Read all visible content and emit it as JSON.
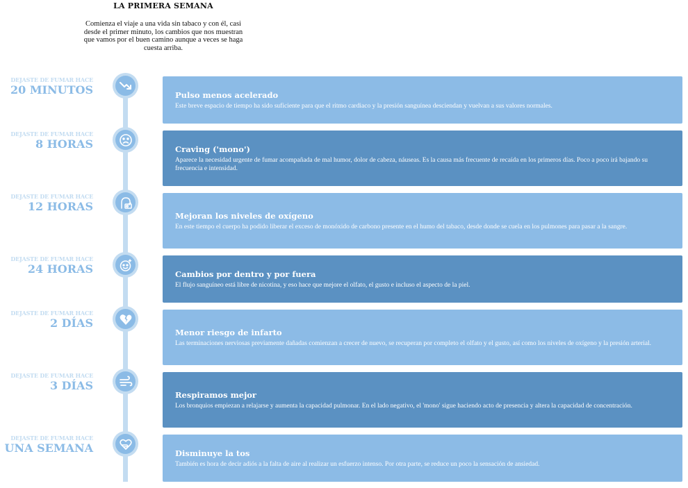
{
  "header": {
    "title": "LA PRIMERA SEMANA",
    "intro": "Comienza el viaje a una vida sin tabaco y con él, casi desde el primer minuto, los cambios que nos muestran que vamos por el buen camino aunque a veces se haga cuesta arriba."
  },
  "colors": {
    "card_light": "#8cbbe6",
    "card_dark": "#5b91c2",
    "rail": "#c3dcf1",
    "time_text": "#8bbbe6"
  },
  "milestones": [
    {
      "pre": "DEJASTE DE FUMAR HACE",
      "time": "20 MINUTOS",
      "icon": "trend-down-icon",
      "title": "Pulso menos acelerado",
      "text": "Este breve espacio de tiempo ha sido suficiente para que el ritmo cardiaco y la presión sanguínea desciendan y vuelvan a sus valores normales."
    },
    {
      "pre": "DEJASTE DE FUMAR HACE",
      "time": "8 HORAS",
      "icon": "sad-face-icon",
      "title": "Craving ('mono')",
      "text": "Aparece la necesidad urgente de fumar acompañada de mal humor, dolor de cabeza, náuseas. Es la causa más frecuente de recaída en los primeros días. Poco a poco irá bajando su frecuencia e intensidad."
    },
    {
      "pre": "DEJASTE DE FUMAR HACE",
      "time": "12 HORAS",
      "icon": "oxygen-head-icon",
      "title": "Mejoran los niveles de oxígeno",
      "text": "En este tiempo el cuerpo ha podido liberar el exceso de monóxido de carbono presente en el humo del tabaco, desde donde se cuela en los pulmones para pasar a la sangre."
    },
    {
      "pre": "DEJASTE DE FUMAR HACE",
      "time": "24 HORAS",
      "icon": "face-sparkle-icon",
      "title": "Cambios por dentro y por fuera",
      "text": "El flujo sanguíneo está libre de nicotina, y eso hace que mejore el olfato, el gusto e incluso el aspecto de la piel."
    },
    {
      "pre": "DEJASTE DE FUMAR HACE",
      "time": "2 DÍAS",
      "icon": "broken-heart-icon",
      "title": "Menor riesgo de infarto",
      "text": "Las terminaciones nerviosas previamente dañadas comienzan a crecer de nuevo, se recuperan por completo el olfato y el gusto, así como los niveles de oxígeno y la presión arterial."
    },
    {
      "pre": "DEJASTE DE FUMAR HACE",
      "time": "3 DÍAS",
      "icon": "wind-icon",
      "title": "Respiramos mejor",
      "text": "Los bronquios empiezan a relajarse y aumenta la capacidad pulmonar. En el lado negativo, el 'mono' sigue haciendo acto de presencia y altera la capacidad de concentración."
    },
    {
      "pre": "DEJASTE DE FUMAR HACE",
      "time": "UNA SEMANA",
      "icon": "heart-hand-icon",
      "title": "Disminuye la tos",
      "text": "También es hora de decir adiós a la falta de aire al realizar un esfuerzo intenso. Por otra parte, se reduce un poco la sensación de ansiedad."
    }
  ]
}
